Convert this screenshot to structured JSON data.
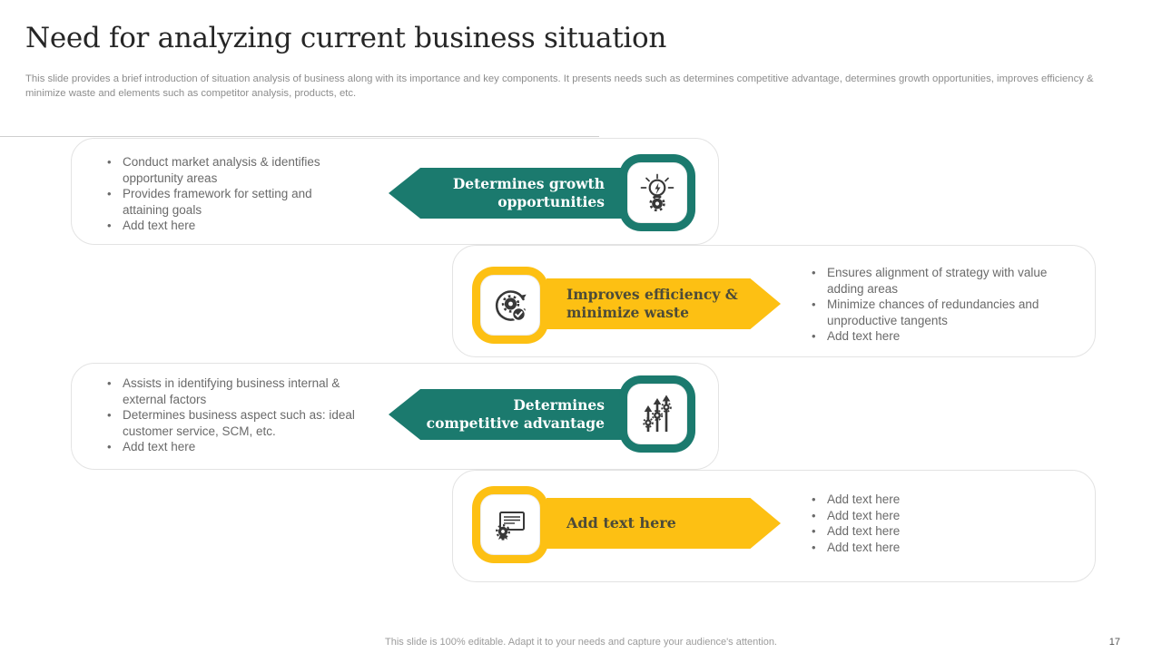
{
  "slide": {
    "title": "Need for analyzing current business situation",
    "subtitle": "This slide provides a brief introduction of situation analysis of business along with its importance and key components. It presents needs such as determines competitive advantage, determines growth opportunities, improves efficiency & minimize waste and elements such as competitor analysis, products, etc.",
    "footer": "This slide is 100% editable. Adapt it to your needs and capture your audience's attention.",
    "page_number": "17"
  },
  "colors": {
    "teal": "#1b7a6e",
    "yellow": "#fdc013",
    "icon_dark": "#383838",
    "yellow_arrow_text": "#4d4b38"
  },
  "rows": [
    {
      "label": "Determines growth opportunities",
      "label_lines": [
        "Determines growth",
        "opportunities"
      ],
      "color": "teal",
      "direction": "left",
      "icon": "idea-lightbulb-gear-icon",
      "bullets": [
        "Conduct market analysis & identifies opportunity areas",
        "Provides framework for setting and attaining goals",
        "Add text here"
      ]
    },
    {
      "label": "Improves efficiency & minimize waste",
      "label_lines": [
        "Improves efficiency &",
        "minimize waste"
      ],
      "color": "yellow",
      "direction": "right",
      "icon": "gear-sync-check-icon",
      "bullets": [
        "Ensures alignment of strategy with value adding areas",
        "Minimize chances of redundancies and unproductive tangents",
        "Add text here"
      ]
    },
    {
      "label": "Determines competitive advantage",
      "label_lines": [
        "Determines",
        "competitive advantage"
      ],
      "color": "teal",
      "direction": "left",
      "icon": "growth-arrows-gears-icon",
      "bullets": [
        "Assists in identifying business internal & external factors",
        "Determines business aspect such as: ideal customer service, SCM, etc.",
        "Add text here"
      ]
    },
    {
      "label": "Add text here",
      "label_lines": [
        "Add text here"
      ],
      "color": "yellow",
      "direction": "right",
      "icon": "certificate-seal-icon",
      "bullets": [
        "Add text here",
        "Add text here",
        "Add text here",
        "Add text here"
      ]
    }
  ]
}
